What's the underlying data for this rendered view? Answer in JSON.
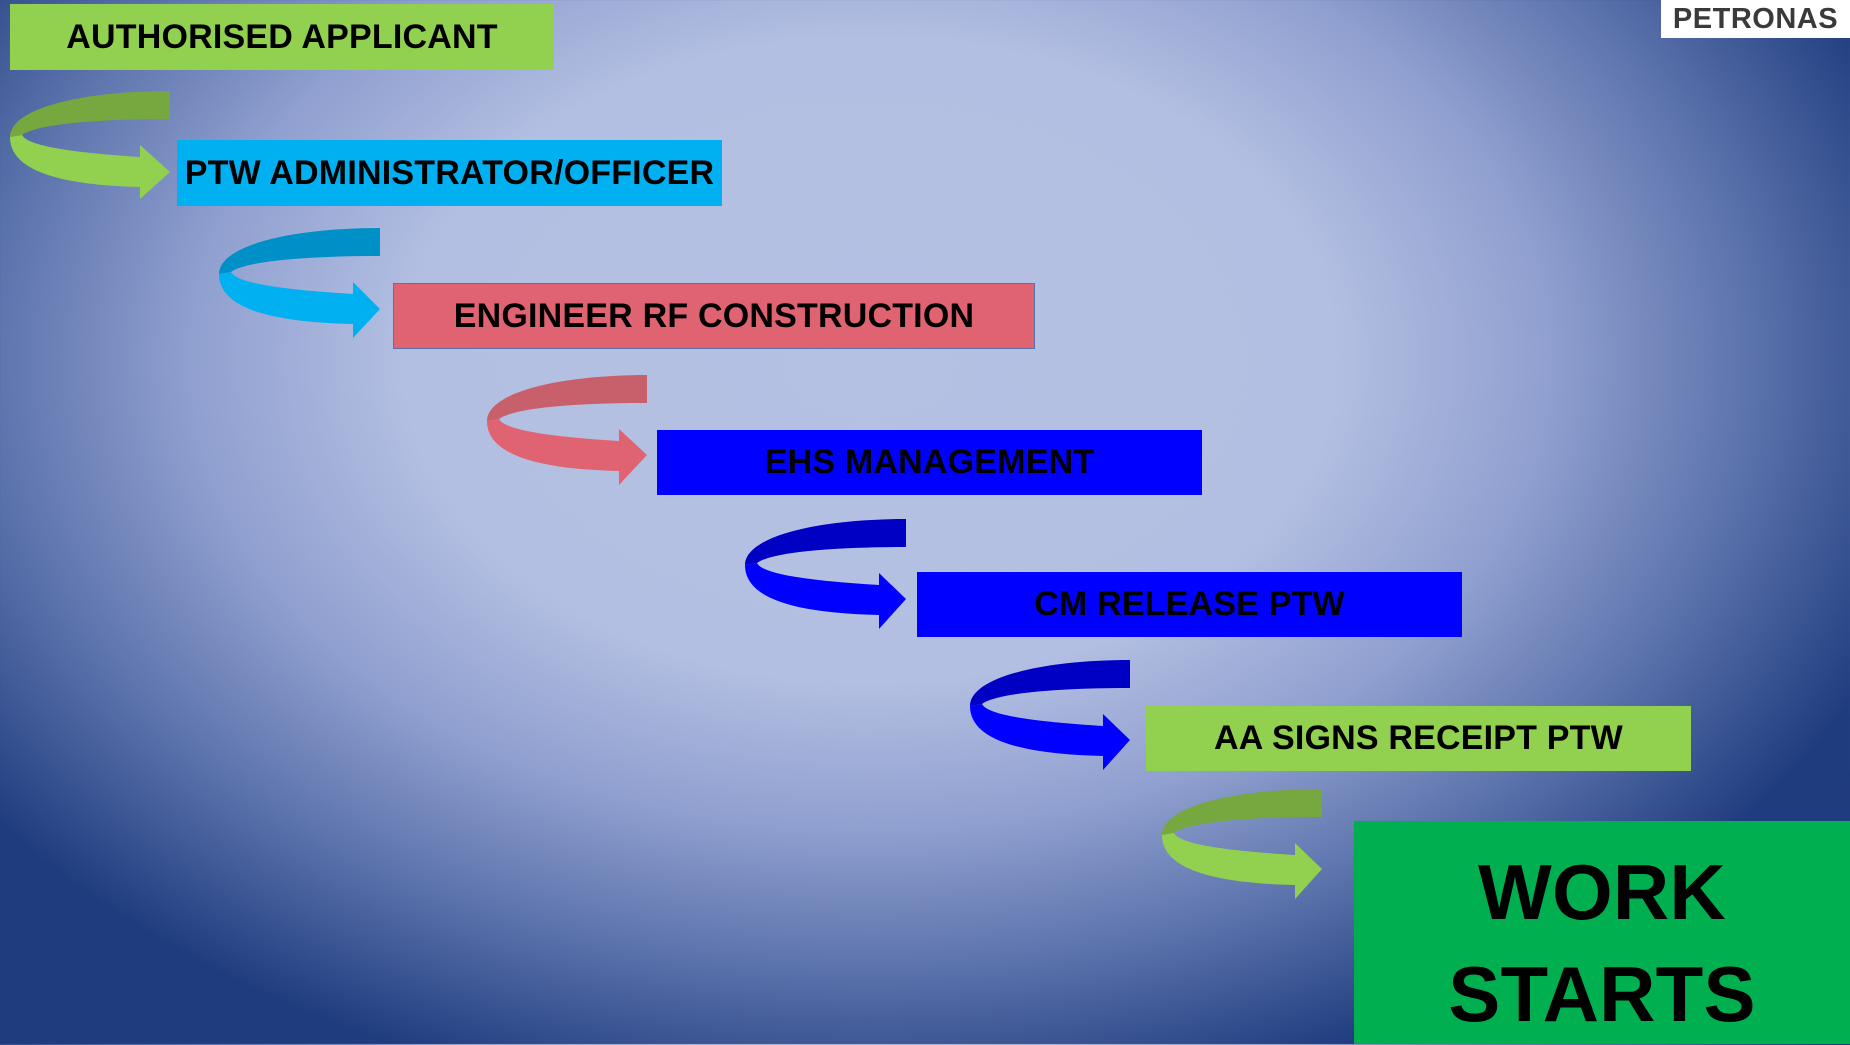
{
  "logo": {
    "text": "PETRONAS"
  },
  "steps": [
    {
      "label": "AUTHORISED APPLICANT",
      "color": "#92d050"
    },
    {
      "label": "PTW ADMINISTRATOR/OFFICER",
      "color": "#00b0f0"
    },
    {
      "label": "ENGINEER RF CONSTRUCTION",
      "color": "#e06371"
    },
    {
      "label": "EHS MANAGEMENT",
      "color": "#0000ff"
    },
    {
      "label": "CM RELEASE PTW",
      "color": "#0000ff"
    },
    {
      "label": "AA SIGNS RECEIPT PTW",
      "color": "#92d050"
    }
  ],
  "final_step": {
    "line1": "WORK",
    "line2": "STARTS",
    "color": "#00b050"
  },
  "arrow_colors": {
    "a1": {
      "light": "#92d050",
      "dark": "#76a83f"
    },
    "a2": {
      "light": "#00b0f0",
      "dark": "#0090c8"
    },
    "a3": {
      "light": "#e06371",
      "dark": "#c8606c"
    },
    "a4": {
      "light": "#0000ff",
      "dark": "#0000c4"
    },
    "a5": {
      "light": "#0000ff",
      "dark": "#0000c4"
    },
    "a6": {
      "light": "#92d050",
      "dark": "#76a83f"
    }
  }
}
